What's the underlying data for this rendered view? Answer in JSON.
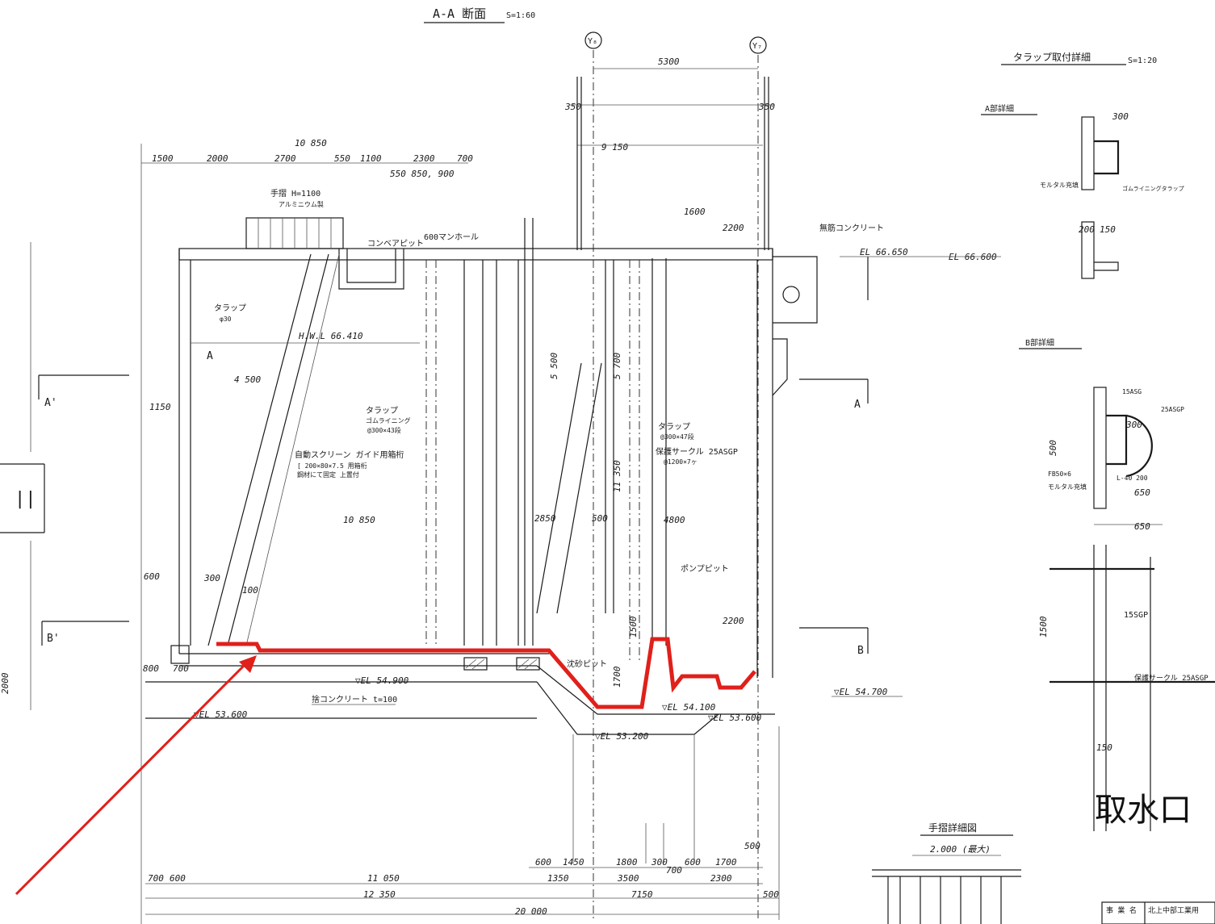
{
  "title": "A-A 断面",
  "scale_main": "S=1:60",
  "grid_markers": [
    "Y₈",
    "Y₇"
  ],
  "sheet_name": "取水口",
  "top_dims": {
    "overall_width": "10 850",
    "right_span": "5300",
    "wall_350_left": "350",
    "wall_350_right": "350",
    "dim_9150": "9 150",
    "segments": [
      "1500",
      "2000",
      "2700",
      "550",
      "1100",
      "2300",
      "700"
    ],
    "segments2": "550 850, 900"
  },
  "labels": {
    "handrail": "手摺 H=1100",
    "handrail_sub": "アルミニウム製",
    "conveyor_pit": "コンベアピット",
    "manhole": "600マンホール",
    "plain_concrete": "無筋コンクリート",
    "el_6650": "EL 66.650",
    "el_6600": "EL 66.600",
    "dim_1600": "1600",
    "dim_2200": "2200",
    "trap": "タラップ",
    "trap_sub": "φ30",
    "hwl": "H.W.L 66.410",
    "dim_4500": "4 500",
    "trap2": "タラップ",
    "trap2_sub": "ゴムライニング",
    "trap2_pitch": "@300×43段",
    "screen": "自動スクリーン ガイド用箱桁",
    "screen_sub": "[ 200×80×7.5 用箱桁",
    "screen_sub2": "鋼材にて固定 上置付",
    "dim_10850_inner": "10 850",
    "trap3": "タラップ",
    "trap3_pitch": "@300×47段",
    "guard": "保護サークル 25ASGP",
    "guard_pitch": "@1200×7ヶ",
    "dim_5500": "5 500",
    "dim_5700": "5 700",
    "dim_11350": "11 350",
    "dim_4800": "4800",
    "pump_pit": "ポンプピット",
    "dim_2850": "2850",
    "dim_500": "500",
    "dim_2200b": "2200",
    "sump_pit": "沈砂ピット",
    "el_54900": "▽EL 54.900",
    "el_54700": "▽EL 54.700",
    "el_54100": "▽EL 54.100",
    "el_53600": "▽EL 53.600",
    "el_53600b": "▽EL 53.600",
    "el_53200": "▽EL 53.200",
    "base_concrete": "捨コンクリート t=100",
    "dim_1150": "1150",
    "dim_600": "600",
    "dim_800": "800",
    "dim_700": "700",
    "dim_300": "300",
    "dim_100": "100",
    "dim_1500": "1500",
    "dim_1700": "1700",
    "section_A": "A",
    "section_A2": "A'",
    "section_B": "B",
    "section_B2": "B'"
  },
  "bottom_dims": {
    "row1": [
      "600",
      "1450",
      "1800",
      "300",
      "600",
      "1700"
    ],
    "row1b": [
      "700",
      "500"
    ],
    "row2": [
      "700",
      "600",
      "11 050",
      "1350",
      "3500",
      "2300"
    ],
    "row3": [
      "12 350",
      "7150",
      "500"
    ],
    "total": "20 000"
  },
  "detail_trap": {
    "title": "タラップ取付詳細",
    "scale": "S=1:20",
    "a_title": "A部詳細",
    "b_title": "B部詳細",
    "mortar": "モルタル充填",
    "rubber_trap": "ゴムライニングタラップ",
    "sus15": "15ASG",
    "sus25": "25ASGP",
    "fb": "FB50×6",
    "l_40": "L-40 200",
    "mortar2": "モルタル充填",
    "dim_650": "650",
    "dim_650b": "650",
    "dim_1500": "1500",
    "dim_300": "300",
    "dim_500": "500",
    "dim_200": "200",
    "dim_150": "150",
    "dim_15sgp": "15SGP",
    "guard_circle": "保護サークル 25ASGP"
  },
  "handrail_detail": {
    "title": "手摺詳細図",
    "span": "2.000 (最大)"
  },
  "title_block": {
    "label": "事 業 名",
    "value": "北上中部工業用"
  },
  "left_stub": "||",
  "left_vertical": "2000",
  "highlight_color": "#e0201a",
  "arrow_color": "#e0201a"
}
